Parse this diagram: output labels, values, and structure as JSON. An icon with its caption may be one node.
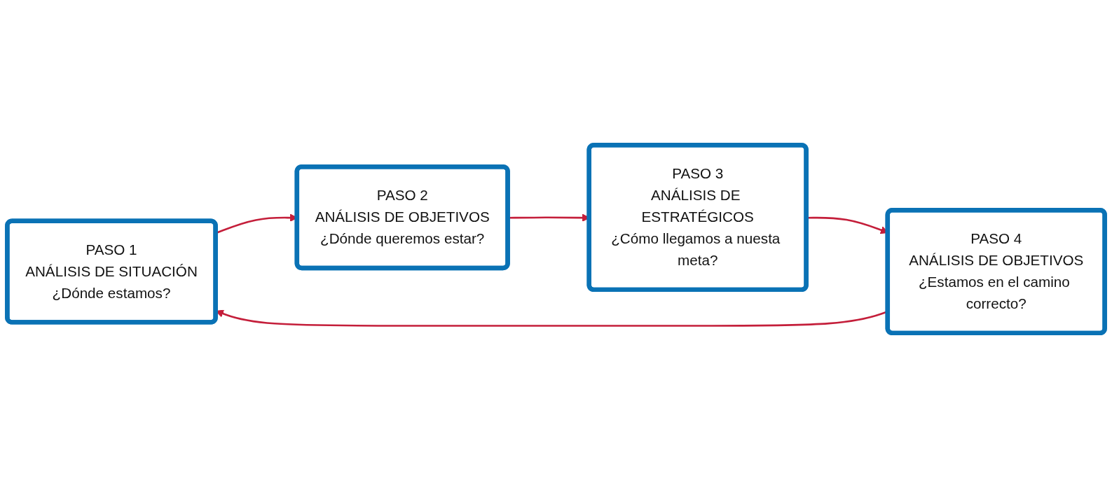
{
  "diagram": {
    "nodes": [
      {
        "text": [
          "PASO 1",
          "ANÁLISIS DE SITUACIÓN",
          "¿Dónde estamos?"
        ]
      },
      {
        "text": [
          "PASO 2",
          "ANÁLISIS DE OBJETIVOS",
          "¿Dónde queremos estar?"
        ]
      },
      {
        "text": [
          "PASO 3",
          "ANÁLISIS DE ESTRATÉGICOS",
          "¿Cómo llegamos a nuesta meta?"
        ]
      },
      {
        "text": [
          "PASO 4",
          "ANÁLISIS DE OBJETIVOS",
          "¿Estamos en el camino correcto?"
        ]
      }
    ],
    "edges": [
      {
        "from": 0,
        "to": 1,
        "arrow": "to"
      },
      {
        "from": 1,
        "to": 2,
        "arrow": "to"
      },
      {
        "from": 2,
        "to": 3,
        "arrow": "to"
      },
      {
        "from": 3,
        "to": 0,
        "arrow": "to"
      }
    ]
  }
}
